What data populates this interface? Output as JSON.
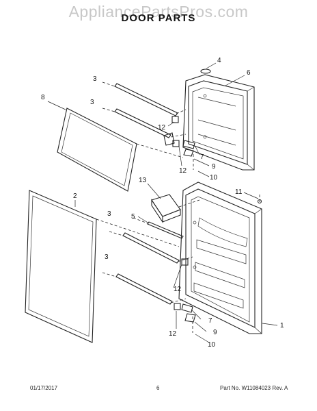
{
  "watermark": "AppliancePartsPros.com",
  "title": "DOOR PARTS",
  "callouts": [
    "4",
    "6",
    "3",
    "8",
    "3",
    "12",
    "7",
    "9",
    "12",
    "10",
    "13",
    "11",
    "2",
    "5",
    "3",
    "3",
    "12",
    "7",
    "9",
    "12",
    "10",
    "1"
  ],
  "footer": {
    "date": "01/17/2017",
    "page": "6",
    "part": "Part No. W11084023  Rev. A"
  }
}
